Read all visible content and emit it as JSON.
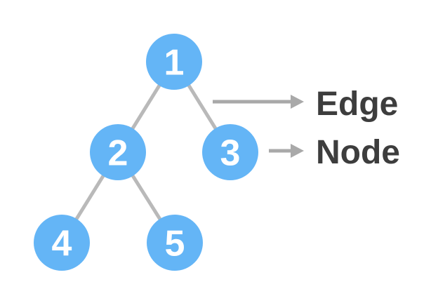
{
  "colors": {
    "node_fill": "#64b5f6",
    "node_text": "#ffffff",
    "edge_line": "#b9b9b9",
    "arrow": "#a9a9a9",
    "label_text": "#3d3d3d",
    "background": "#ffffff"
  },
  "tree": {
    "nodes": [
      {
        "id": 1,
        "label": "1"
      },
      {
        "id": 2,
        "label": "2"
      },
      {
        "id": 3,
        "label": "3"
      },
      {
        "id": 4,
        "label": "4"
      },
      {
        "id": 5,
        "label": "5"
      }
    ],
    "edges": [
      {
        "from": "1",
        "to": "2"
      },
      {
        "from": "1",
        "to": "3"
      },
      {
        "from": "2",
        "to": "4"
      },
      {
        "from": "2",
        "to": "5"
      }
    ]
  },
  "annotations": [
    {
      "label": "Edge",
      "points_to": "edge"
    },
    {
      "label": "Node",
      "points_to": "node"
    }
  ]
}
